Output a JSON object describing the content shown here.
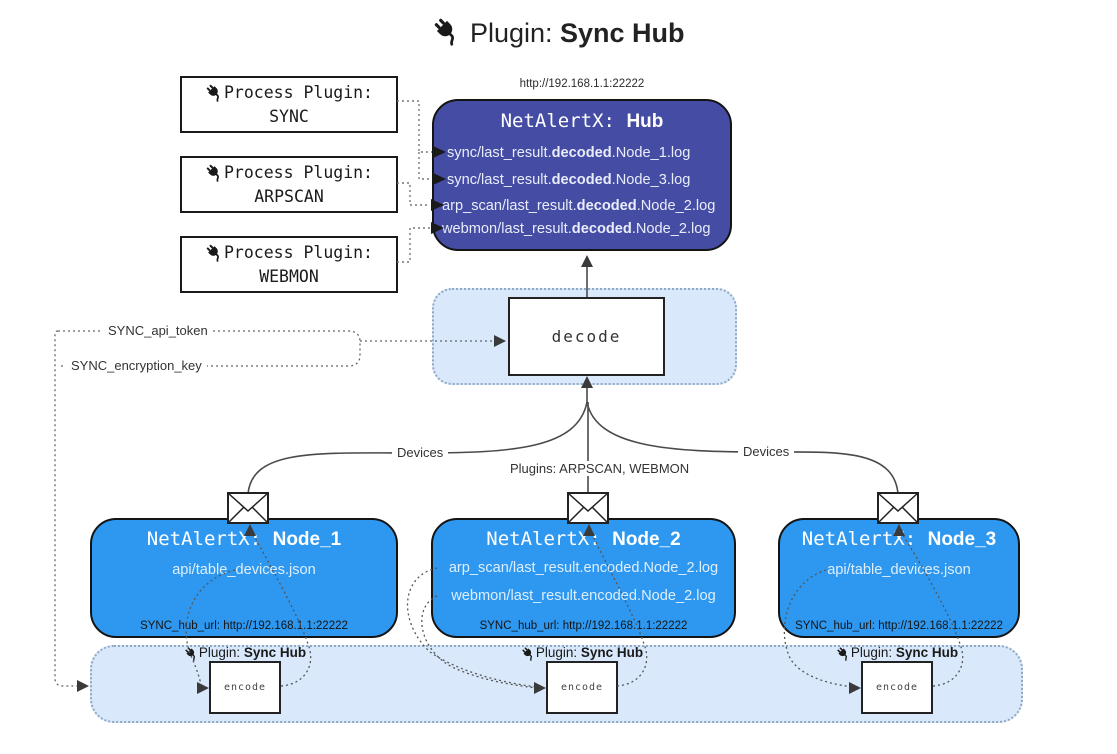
{
  "colors": {
    "hub_fill": "#454CA3",
    "node_fill": "#2E98F0",
    "panel_fill": "#D9E9FB",
    "panel_border": "#8FA8C4",
    "line": "#444444"
  },
  "title": {
    "prefix": "Plugin: ",
    "name": "Sync Hub"
  },
  "hub": {
    "url": "http://192.168.1.1:22222",
    "title_prefix": "NetAlertX: ",
    "title_name": "Hub",
    "files": [
      {
        "pre": "sync/last_result.",
        "bold": "decoded",
        "post": ".Node_1.log"
      },
      {
        "pre": "sync/last_result.",
        "bold": "decoded",
        "post": ".Node_3.log"
      },
      {
        "pre": "arp_scan/last_result.",
        "bold": "decoded",
        "post": ".Node_2.log"
      },
      {
        "pre": "webmon/last_result.",
        "bold": "decoded",
        "post": ".Node_2.log"
      }
    ]
  },
  "process_plugins": [
    {
      "label": "Process Plugin:",
      "name": "SYNC"
    },
    {
      "label": "Process Plugin:",
      "name": "ARPSCAN"
    },
    {
      "label": "Process Plugin:",
      "name": "WEBMON"
    }
  ],
  "decode": {
    "label": "decode"
  },
  "encode": {
    "label": "encode",
    "plugin_prefix": "Plugin: ",
    "plugin_name": "Sync Hub"
  },
  "settings": {
    "api_token": "SYNC_api_token",
    "encryption_key": "SYNC_encryption_key"
  },
  "edges": {
    "devices_left": "Devices",
    "plugins_middle": "Plugins: ARPSCAN, WEBMON",
    "devices_right": "Devices"
  },
  "nodes": [
    {
      "title_prefix": "NetAlertX: ",
      "title_name": "Node_1",
      "files": [
        "api/table_devices.json"
      ],
      "hub_url": "SYNC_hub_url: http://192.168.1.1:22222"
    },
    {
      "title_prefix": "NetAlertX: ",
      "title_name": "Node_2",
      "files": [
        "arp_scan/last_result.encoded.Node_2.log",
        "webmon/last_result.encoded.Node_2.log"
      ],
      "hub_url": "SYNC_hub_url: http://192.168.1.1:22222"
    },
    {
      "title_prefix": "NetAlertX: ",
      "title_name": "Node_3",
      "files": [
        "api/table_devices.json"
      ],
      "hub_url": "SYNC_hub_url: http://192.168.1.1:22222"
    }
  ]
}
